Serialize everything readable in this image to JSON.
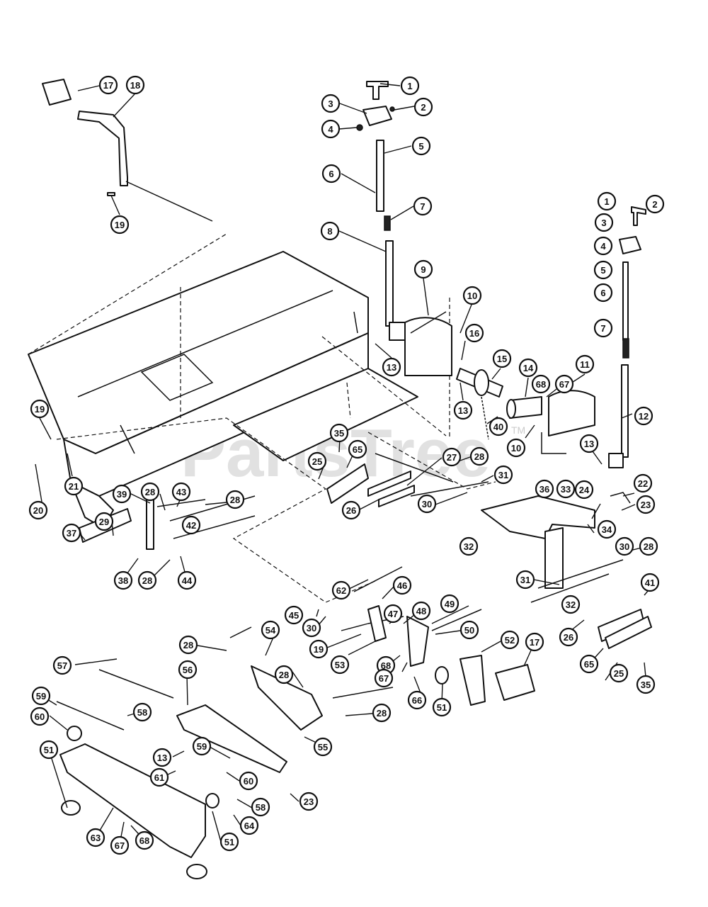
{
  "watermark": {
    "text": "PartsTree",
    "trademark": "TM"
  },
  "callouts": {
    "c1": "1",
    "c2": "2",
    "c3": "3",
    "c4": "4",
    "c5": "5",
    "c6": "6",
    "c7": "7",
    "c8": "8",
    "c9": "9",
    "c10": "10",
    "c11": "11",
    "c12": "12",
    "c13": "13",
    "c14": "14",
    "c15": "15",
    "c16": "16",
    "c17": "17",
    "c18": "18",
    "c19": "19",
    "c20": "20",
    "c21": "21",
    "c22": "22",
    "c23": "23",
    "c24": "24",
    "c25": "25",
    "c26": "26",
    "c27": "27",
    "c28": "28",
    "c29": "29",
    "c30": "30",
    "c31": "31",
    "c32": "32",
    "c33": "33",
    "c34": "34",
    "c35": "35",
    "c36": "36",
    "c37": "37",
    "c38": "38",
    "c39": "39",
    "c40": "40",
    "c41": "41",
    "c42": "42",
    "c43": "43",
    "c44": "44",
    "c45": "45",
    "c46": "46",
    "c47": "47",
    "c48": "48",
    "c49": "49",
    "c50": "50",
    "c51": "51",
    "c52": "52",
    "c53": "53",
    "c54": "54",
    "c55": "55",
    "c56": "56",
    "c57": "57",
    "c58": "58",
    "c59": "59",
    "c60": "60",
    "c61": "61",
    "c62": "62",
    "c63": "63",
    "c64": "64",
    "c65": "65",
    "c66": "66",
    "c67": "67",
    "c68": "68"
  }
}
